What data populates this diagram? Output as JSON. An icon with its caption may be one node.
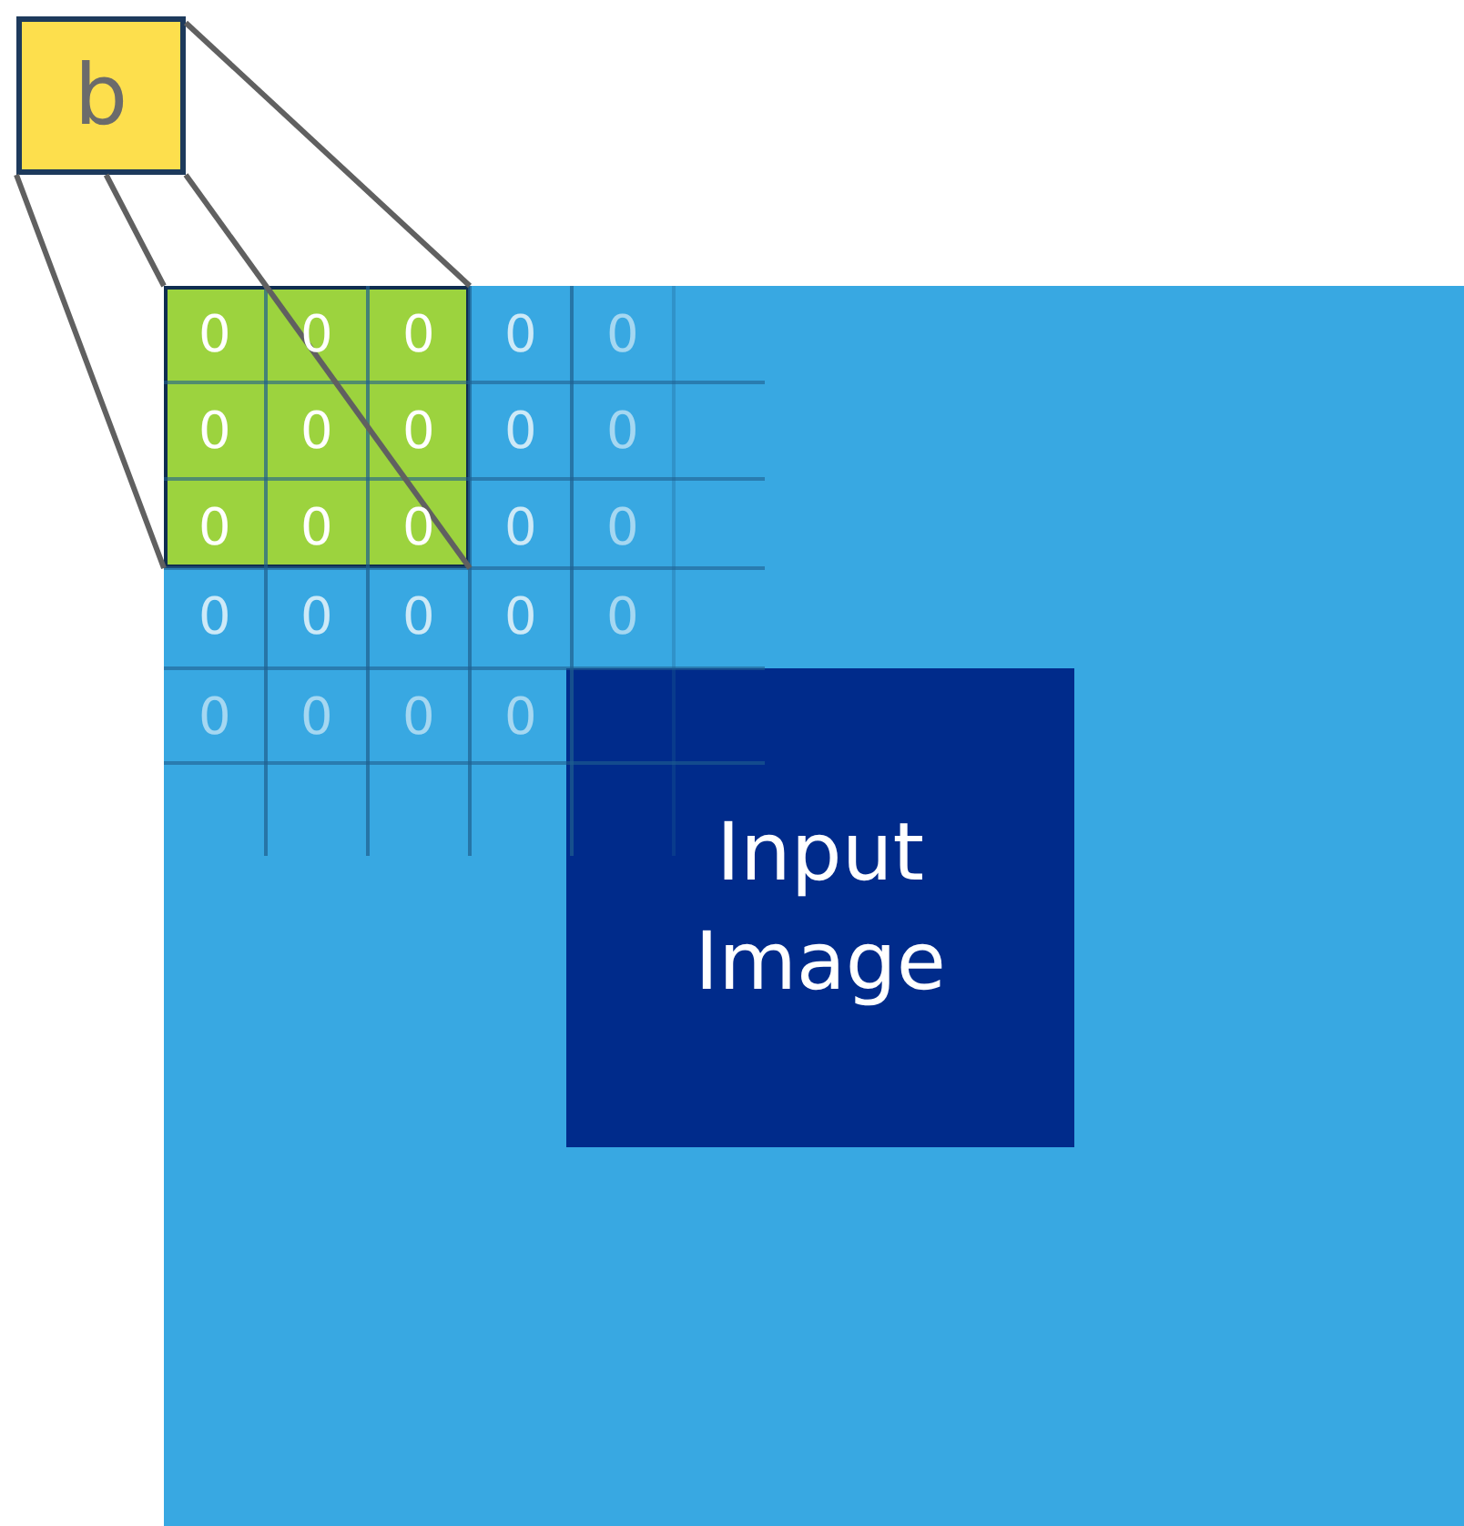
{
  "diagram": {
    "nodes": [
      {
        "text": [
          "b"
        ]
      },
      {
        "text": [],
        "shape": "box"
      },
      {
        "text": [],
        "shape": "box",
        "in": 1
      },
      {
        "text": [
          "Input Image"
        ],
        "in": 1
      }
    ],
    "edges": [
      {
        "from": 0,
        "to": 2,
        "arrow": "none"
      },
      {
        "from": 0,
        "to": 2,
        "arrow": "none"
      },
      {
        "from": 0,
        "to": 2,
        "arrow": "none"
      },
      {
        "from": 0,
        "to": 2,
        "arrow": "none"
      }
    ],
    "labels": [
      "0",
      "0",
      "0",
      "0",
      "0",
      "0",
      "0",
      "0",
      "0",
      "0",
      "0",
      "0",
      "0",
      "0",
      "0",
      "0",
      "0",
      "0",
      "0",
      "0",
      "0",
      "0",
      "0",
      "0"
    ]
  }
}
